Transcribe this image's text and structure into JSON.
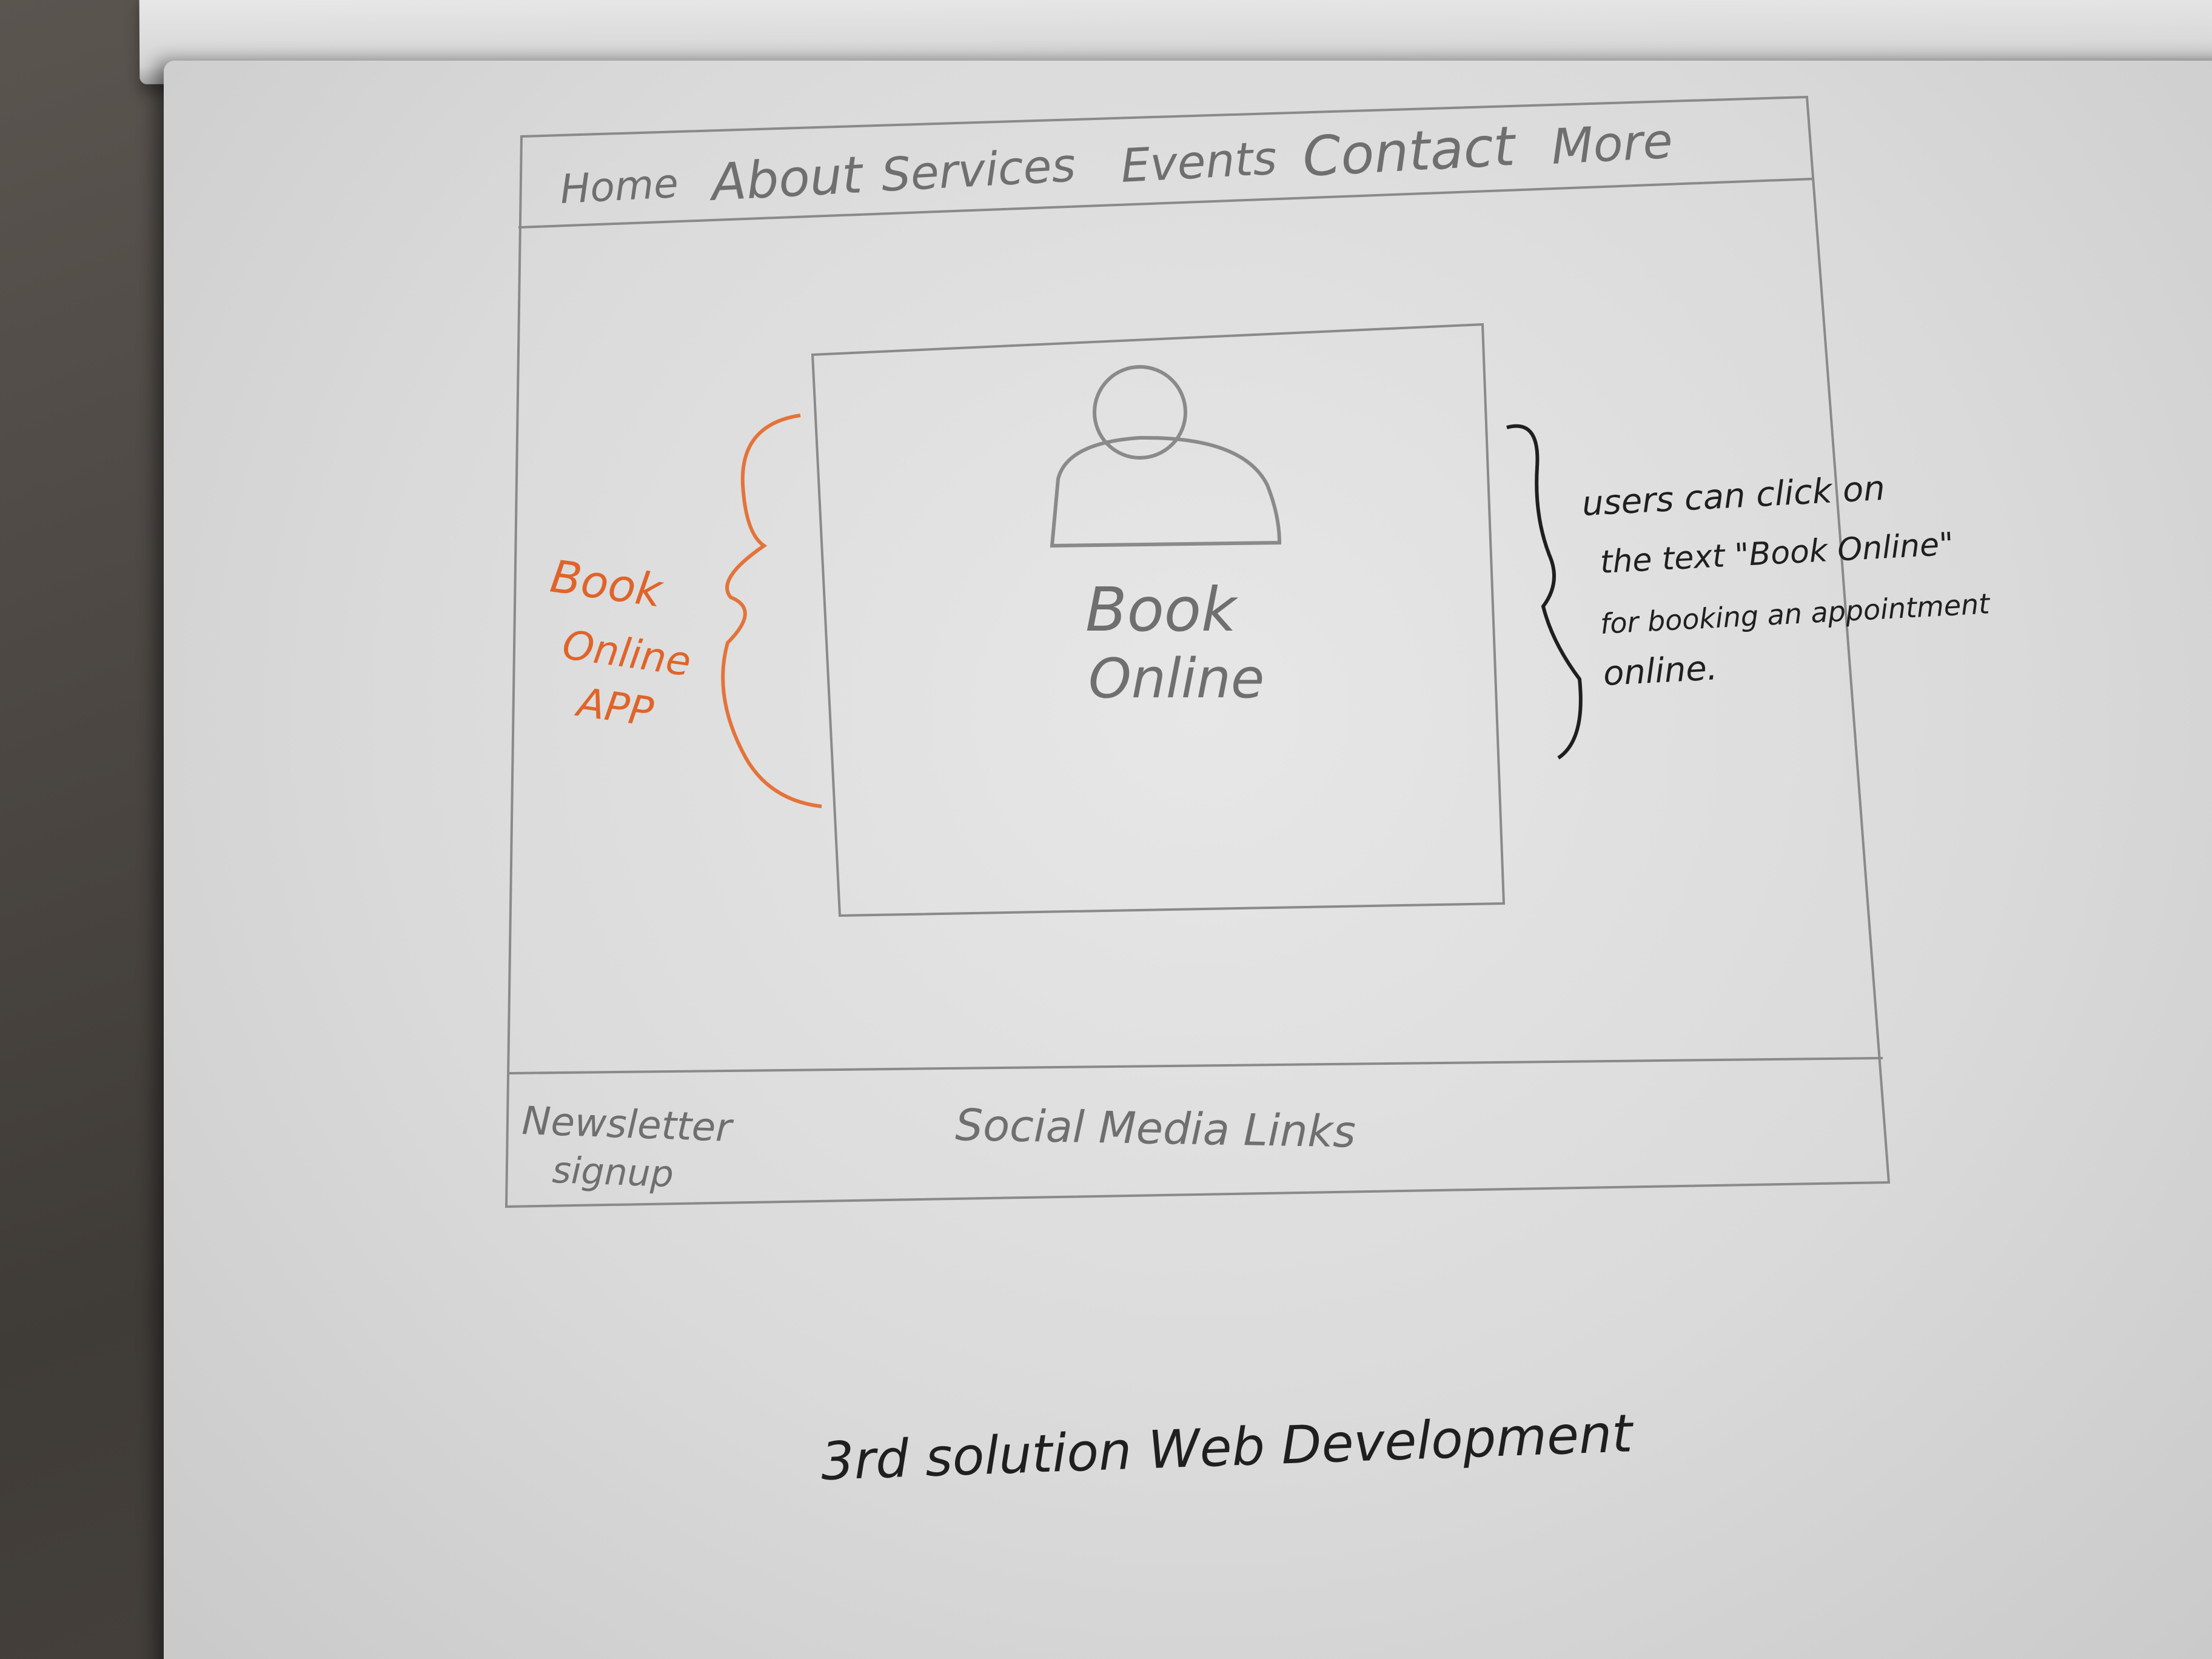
{
  "sketch": {
    "nav": {
      "items": [
        "Home",
        "About",
        "Services",
        "Events",
        "Contact",
        "More"
      ]
    },
    "hero": {
      "button_line1": "Book",
      "button_line2": "Online"
    },
    "annotations": {
      "left_line1": "Book",
      "left_line2": "Online",
      "left_line3": "APP",
      "right_line1": "users can click on",
      "right_line2": "the text \"Book Online\"",
      "right_line3": "for booking an appointment",
      "right_line4": "online."
    },
    "footer": {
      "newsletter_line1": "Newsletter",
      "newsletter_line2": "signup",
      "social_links": "Social Media Links"
    },
    "caption": "3rd solution Web Development"
  },
  "colors": {
    "paper": "#dcdcdc",
    "pencil": "#7a7a7a",
    "ink": "#1f1f1f",
    "orange": "#e0642a"
  }
}
